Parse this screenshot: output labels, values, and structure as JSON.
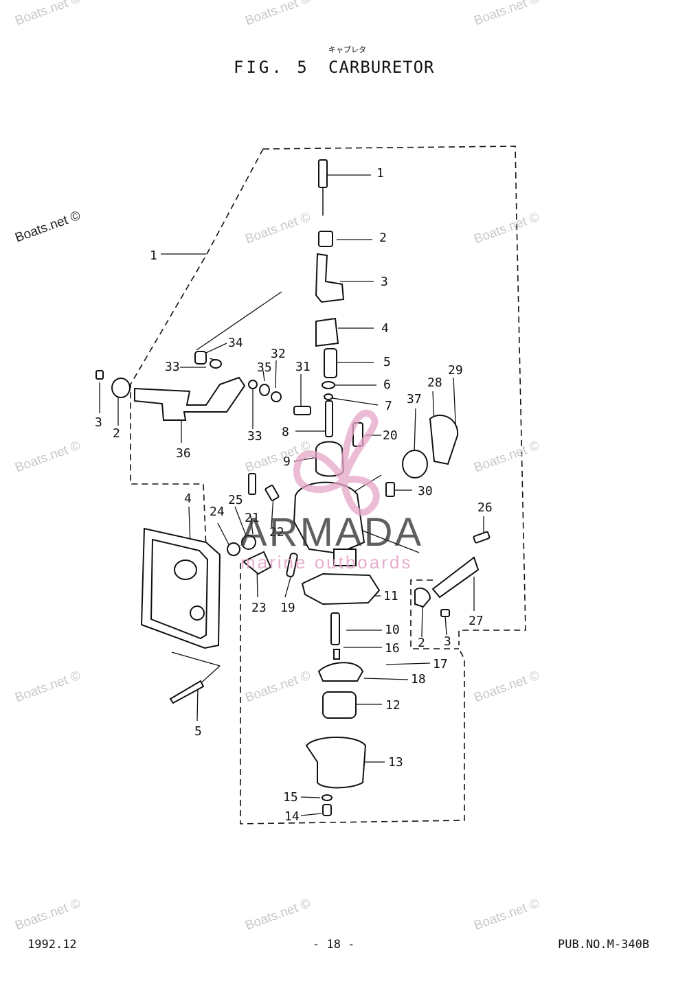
{
  "header": {
    "fig_label": "FIG. 5",
    "title": "CARBURETOR",
    "title_kana": "キャブレタ"
  },
  "callouts": [
    "1",
    "2",
    "3",
    "4",
    "5",
    "6",
    "7",
    "8",
    "9",
    "10",
    "11",
    "12",
    "13",
    "14",
    "15",
    "16",
    "17",
    "18",
    "19",
    "20",
    "21",
    "22",
    "23",
    "24",
    "25",
    "26",
    "27",
    "28",
    "29",
    "30",
    "31",
    "32",
    "33",
    "34",
    "35",
    "36",
    "37"
  ],
  "watermarks": {
    "boats": "Boats.net ©",
    "brand": "ARMADA",
    "brand_sub": "marine outboards"
  },
  "footer": {
    "date": "1992.12",
    "page": "- 18 -",
    "pub_no": "PUB.NO.M-340B"
  },
  "colors": {
    "ink": "#111111",
    "watermark": "#c8c8c8",
    "logo_pink": "#e6a6c8"
  }
}
